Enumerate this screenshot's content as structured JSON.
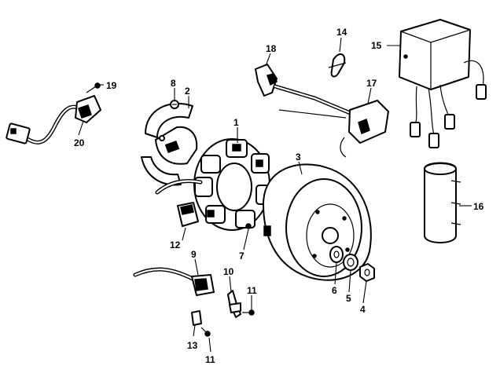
{
  "callouts": {
    "c1": "1",
    "c2": "2",
    "c3": "3",
    "c4": "4",
    "c5": "5",
    "c6": "6",
    "c7": "7",
    "c8": "8",
    "c9": "9",
    "c10": "10",
    "c11a": "11",
    "c11b": "11",
    "c12": "12",
    "c13": "13",
    "c14": "14",
    "c15": "15",
    "c16": "16",
    "c17": "17",
    "c18": "18",
    "c19": "19",
    "c20": "20"
  }
}
